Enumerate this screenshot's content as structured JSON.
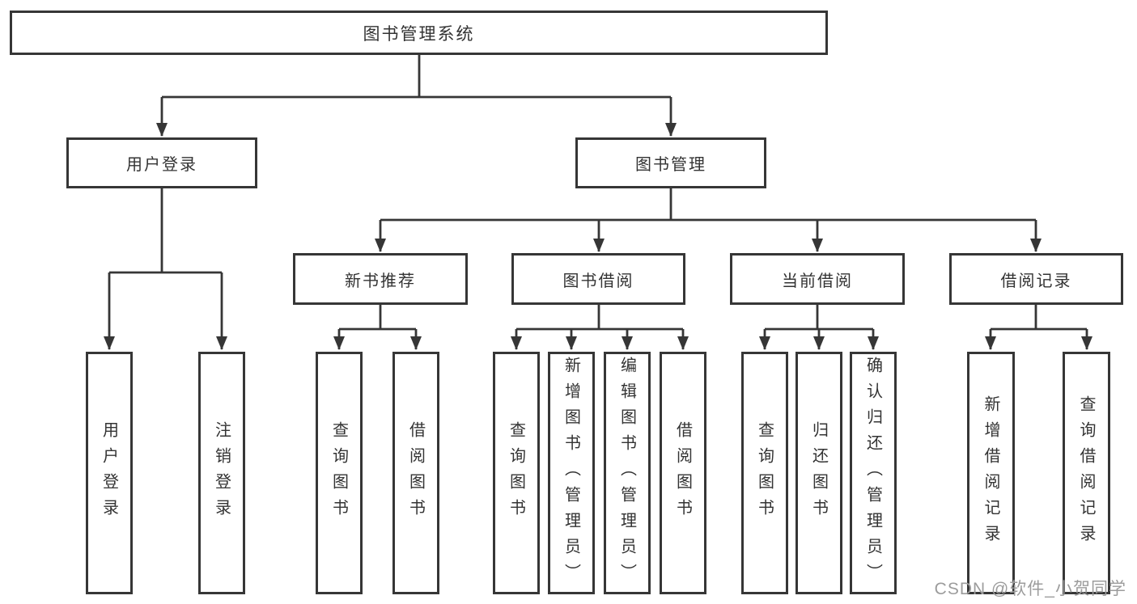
{
  "diagram": {
    "type": "hierarchy-tree",
    "root": {
      "label": "图书管理系统"
    },
    "branches": [
      {
        "label": "用户登录",
        "children": [
          {
            "label": "用户登录"
          },
          {
            "label": "注销登录"
          }
        ]
      },
      {
        "label": "图书管理",
        "children": [
          {
            "label": "新书推荐",
            "children": [
              {
                "label": "查询图书"
              },
              {
                "label": "借阅图书"
              }
            ]
          },
          {
            "label": "图书借阅",
            "children": [
              {
                "label": "查询图书"
              },
              {
                "label": "新增图书（管理员）"
              },
              {
                "label": "编辑图书（管理员）"
              },
              {
                "label": "借阅图书"
              }
            ]
          },
          {
            "label": "当前借阅",
            "children": [
              {
                "label": "查询图书"
              },
              {
                "label": "归还图书"
              },
              {
                "label": "确认归还（管理员）"
              }
            ]
          },
          {
            "label": "借阅记录",
            "children": [
              {
                "label": "新增借阅记录"
              },
              {
                "label": "查询借阅记录"
              }
            ]
          }
        ]
      }
    ]
  },
  "watermark": {
    "text": "CSDN @软件_小贺同学",
    "color": "#9c9c9c"
  },
  "colors": {
    "line": "#363636",
    "box_border": "#363636",
    "text": "#333333",
    "background": "#ffffff"
  }
}
